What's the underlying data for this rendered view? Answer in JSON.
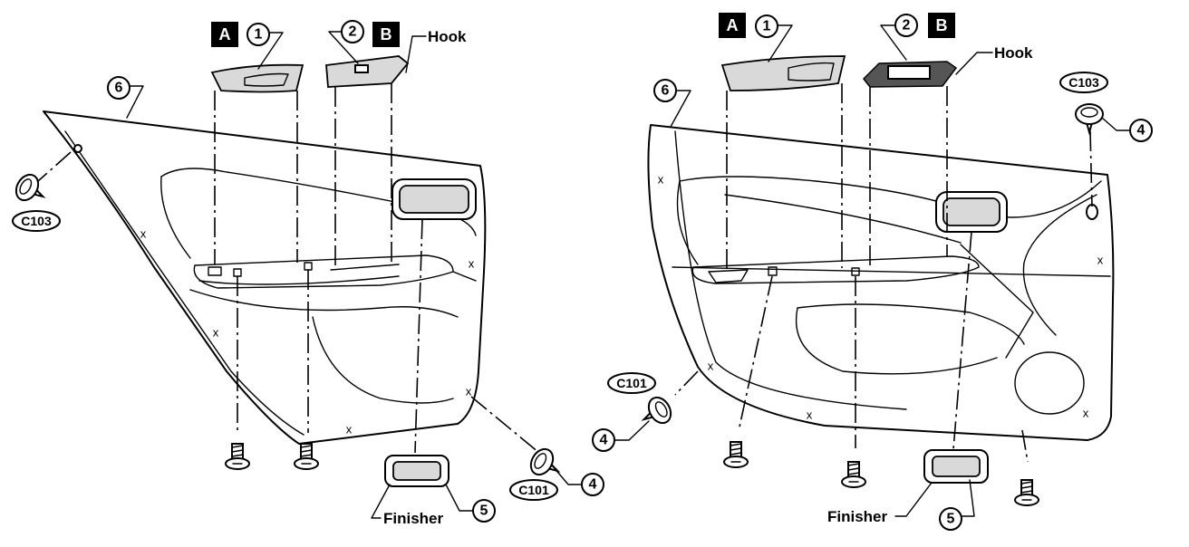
{
  "left": {
    "label_a": "A",
    "label_b": "B",
    "callout_1": "1",
    "callout_2": "2",
    "callout_4": "4",
    "callout_5": "5",
    "callout_6": "6",
    "hook": "Hook",
    "finisher": "Finisher",
    "clip_c103": "C103",
    "clip_c101": "C101",
    "clip_mark": "x"
  },
  "right": {
    "label_a": "A",
    "label_b": "B",
    "callout_1": "1",
    "callout_2": "2",
    "callout_4a": "4",
    "callout_4b": "4",
    "callout_5": "5",
    "callout_6": "6",
    "hook": "Hook",
    "finisher": "Finisher",
    "clip_c103": "C103",
    "clip_c101": "C101",
    "clip_mark": "x"
  },
  "icons": [
    "screw-icon",
    "clip-icon"
  ]
}
